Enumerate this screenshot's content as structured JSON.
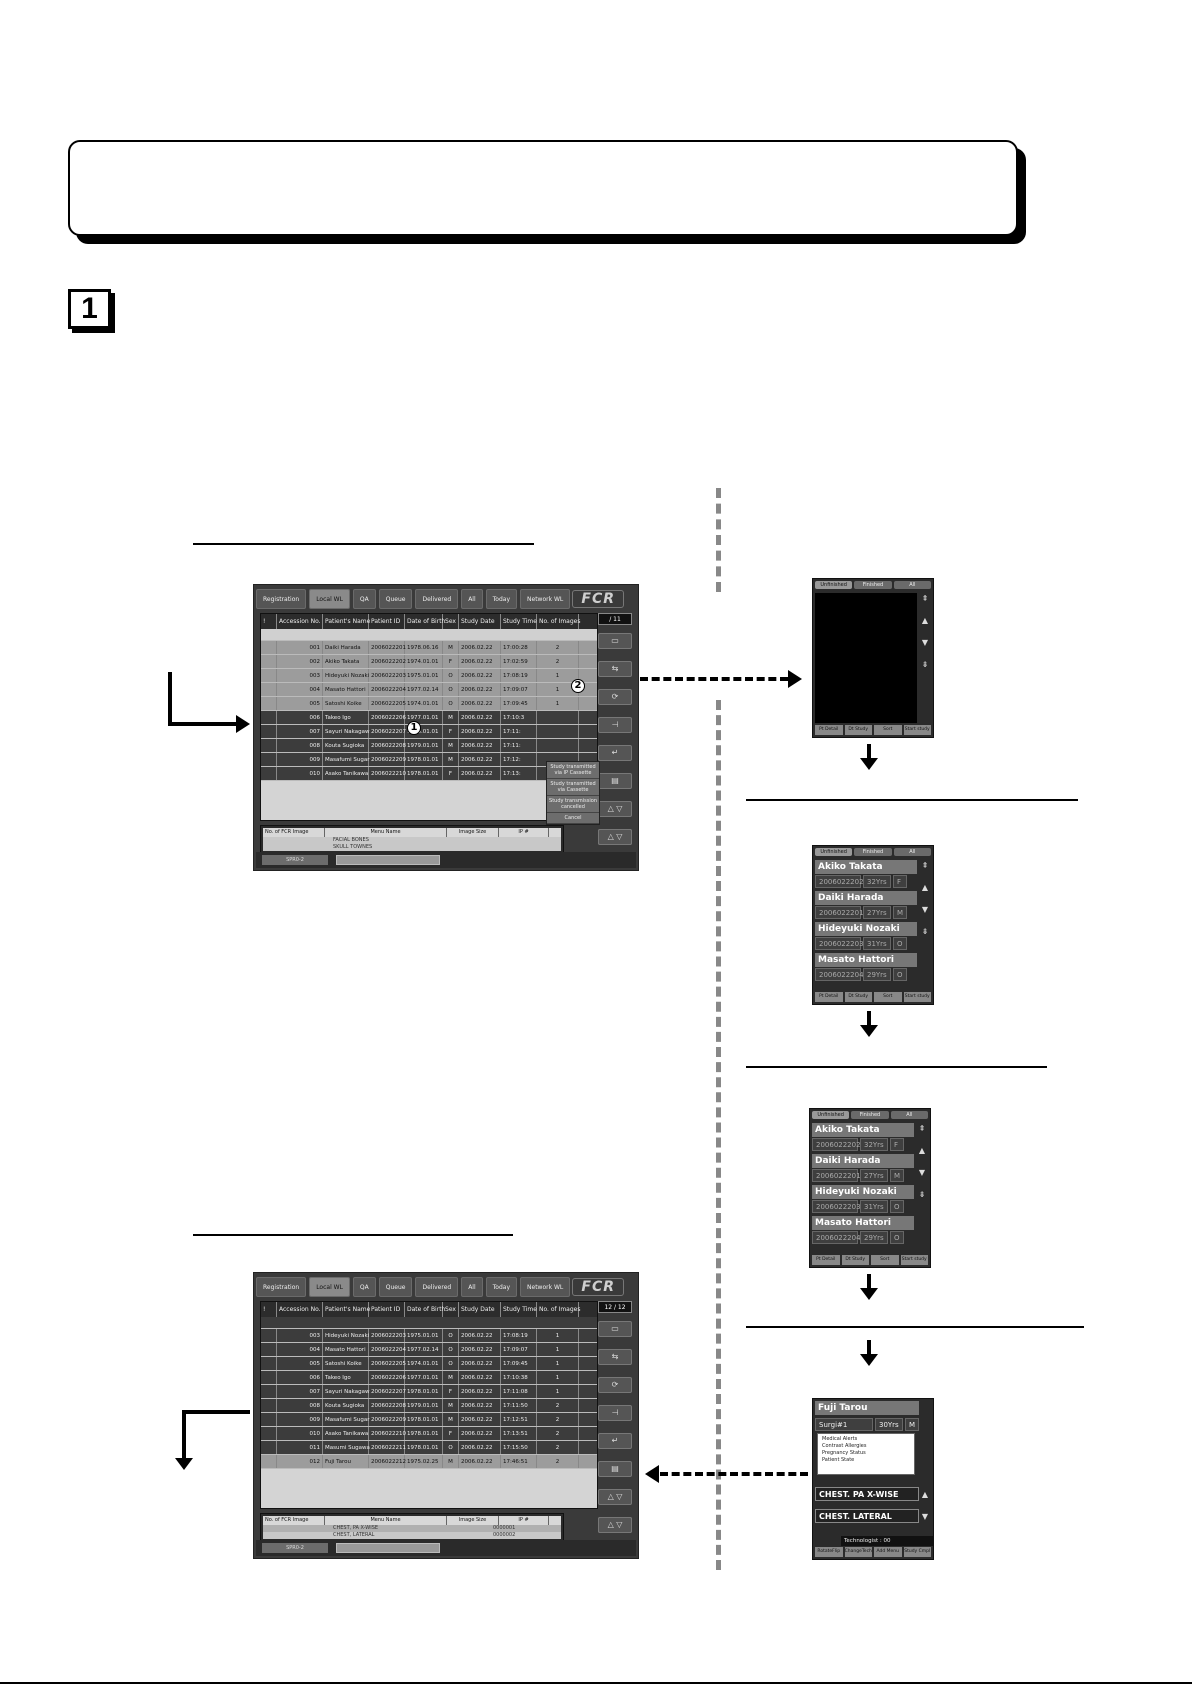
{
  "step_number": "1",
  "screen_top": {
    "tabs": [
      "Registration",
      "Local WL",
      "QA",
      "Queue",
      "Delivered",
      "All",
      "Today",
      "Network WL"
    ],
    "logo": "FCR",
    "count": "/ 11",
    "columns": [
      "!",
      "Accession No.",
      "Patient's Name",
      "Patient ID",
      "Date of Birth",
      "Sex",
      "Study Date",
      "Study Time",
      "No. of Images"
    ],
    "rows": [
      {
        "acc": "001",
        "name": "Daiki Harada",
        "id": "2006022201",
        "dob": "1978.06.16",
        "sex": "M",
        "sd": "2006.02.22",
        "st": "17:00:28",
        "num": "2"
      },
      {
        "acc": "002",
        "name": "Akiko Takata",
        "id": "2006022202",
        "dob": "1974.01.01",
        "sex": "F",
        "sd": "2006.02.22",
        "st": "17:02:59",
        "num": "2"
      },
      {
        "acc": "003",
        "name": "Hideyuki Nozaki",
        "id": "2006022203",
        "dob": "1975.01.01",
        "sex": "O",
        "sd": "2006.02.22",
        "st": "17:08:19",
        "num": "1"
      },
      {
        "acc": "004",
        "name": "Masato Hattori",
        "id": "2006022204",
        "dob": "1977.02.14",
        "sex": "O",
        "sd": "2006.02.22",
        "st": "17:09:07",
        "num": "1"
      },
      {
        "acc": "005",
        "name": "Satoshi Koike",
        "id": "2006022205",
        "dob": "1974.01.01",
        "sex": "O",
        "sd": "2006.02.22",
        "st": "17:09:45",
        "num": "1"
      },
      {
        "acc": "006",
        "name": "Takeo Igo",
        "id": "2006022206",
        "dob": "1977.01.01",
        "sex": "M",
        "sd": "2006.02.22",
        "st": "17:10:3",
        "num": ""
      },
      {
        "acc": "007",
        "name": "Sayuri Nakagaw",
        "id": "2006022207",
        "dob": "1978.01.01",
        "sex": "F",
        "sd": "2006.02.22",
        "st": "17:11:",
        "num": ""
      },
      {
        "acc": "008",
        "name": "Kouta Sugioka",
        "id": "2006022208",
        "dob": "1979.01.01",
        "sex": "M",
        "sd": "2006.02.22",
        "st": "17:11:",
        "num": ""
      },
      {
        "acc": "009",
        "name": "Masafumi Sugar",
        "id": "2006022209",
        "dob": "1978.01.01",
        "sex": "M",
        "sd": "2006.02.22",
        "st": "17:12:",
        "num": ""
      },
      {
        "acc": "010",
        "name": "Asako Tanikawa",
        "id": "2006022210",
        "dob": "1978.01.01",
        "sex": "F",
        "sd": "2006.02.22",
        "st": "17:13:",
        "num": ""
      }
    ],
    "popup": [
      "Study transmitted via IP Cassette",
      "Study transmitted via Cassette",
      "Study transmission cancelled",
      "Cancel"
    ],
    "image_columns": [
      "No. of FCR Image",
      "Menu Name",
      "Image Size",
      "IP #"
    ],
    "image_rows": [
      "FACIAL BONES",
      "SKULL TOWNES"
    ],
    "bottom": "SPR0-2",
    "markers": [
      "1",
      "2"
    ]
  },
  "screen_bottom": {
    "tabs": [
      "Registration",
      "Local WL",
      "QA",
      "Queue",
      "Delivered",
      "All",
      "Today",
      "Network WL"
    ],
    "logo": "FCR",
    "count": "12 / 12",
    "rows": [
      {
        "acc": "003",
        "name": "Hideyuki Nozaki",
        "id": "2006022203",
        "dob": "1975.01.01",
        "sex": "O",
        "sd": "2006.02.22",
        "st": "17:08:19",
        "num": "1"
      },
      {
        "acc": "004",
        "name": "Masato Hattori",
        "id": "2006022204",
        "dob": "1977.02.14",
        "sex": "O",
        "sd": "2006.02.22",
        "st": "17:09:07",
        "num": "1"
      },
      {
        "acc": "005",
        "name": "Satoshi Koike",
        "id": "2006022205",
        "dob": "1974.01.01",
        "sex": "O",
        "sd": "2006.02.22",
        "st": "17:09:45",
        "num": "1"
      },
      {
        "acc": "006",
        "name": "Takeo Igo",
        "id": "2006022206",
        "dob": "1977.01.01",
        "sex": "M",
        "sd": "2006.02.22",
        "st": "17:10:38",
        "num": "1"
      },
      {
        "acc": "007",
        "name": "Sayuri Nakagaw",
        "id": "2006022207",
        "dob": "1978.01.01",
        "sex": "F",
        "sd": "2006.02.22",
        "st": "17:11:08",
        "num": "1"
      },
      {
        "acc": "008",
        "name": "Kouta Sugioka",
        "id": "2006022208",
        "dob": "1979.01.01",
        "sex": "M",
        "sd": "2006.02.22",
        "st": "17:11:50",
        "num": "2"
      },
      {
        "acc": "009",
        "name": "Masafumi Sugar",
        "id": "2006022209",
        "dob": "1978.01.01",
        "sex": "M",
        "sd": "2006.02.22",
        "st": "17:12:51",
        "num": "2"
      },
      {
        "acc": "010",
        "name": "Asako Tanikawa",
        "id": "2006022210",
        "dob": "1978.01.01",
        "sex": "F",
        "sd": "2006.02.22",
        "st": "17:13:51",
        "num": "2"
      },
      {
        "acc": "011",
        "name": "Masumi Sugawa",
        "id": "2006022211",
        "dob": "1978.01.01",
        "sex": "O",
        "sd": "2006.02.22",
        "st": "17:15:50",
        "num": "2"
      },
      {
        "acc": "012",
        "name": "Fuji Tarou",
        "id": "2006022212",
        "dob": "1975.02.25",
        "sex": "M",
        "sd": "2006.02.22",
        "st": "17:46:51",
        "num": "2"
      }
    ],
    "image_rows": [
      {
        "menu": "CHEST, PA X-WISE",
        "ip": "0000001"
      },
      {
        "menu": "CHEST, LATERAL",
        "ip": "0000002"
      }
    ],
    "bottom": "SPR0-2"
  },
  "handheld": {
    "tabs": [
      "Unfinished",
      "Finished",
      "All"
    ],
    "footer": [
      "Pt Detail",
      "Dt Study",
      "Sort",
      "Start study"
    ],
    "patients": [
      {
        "name": "Akiko Takata",
        "id": "2006022202",
        "age": "32Yrs",
        "sex": "F"
      },
      {
        "name": "Daiki Harada",
        "id": "2006022201",
        "age": "27Yrs",
        "sex": "M"
      },
      {
        "name": "Hideyuki Nozaki",
        "id": "2006022203",
        "age": "31Yrs",
        "sex": "O"
      },
      {
        "name": "Masato Hattori",
        "id": "2006022204",
        "age": "29Yrs",
        "sex": "O"
      }
    ],
    "detail": {
      "name": "Fuji Tarou",
      "id": "Surgi#1",
      "age": "30Yrs",
      "sex": "M",
      "items": [
        "Medical Alerts",
        "Contrast Allergies",
        "Pregnancy Status",
        "Patient State"
      ],
      "studies": [
        "CHEST. PA X-WISE",
        "CHEST. LATERAL"
      ],
      "technologist": "Technologist : 00",
      "footer": [
        "RotateFlip",
        "ChangeTech",
        "Add Menu",
        "Study Cmpl"
      ]
    }
  }
}
